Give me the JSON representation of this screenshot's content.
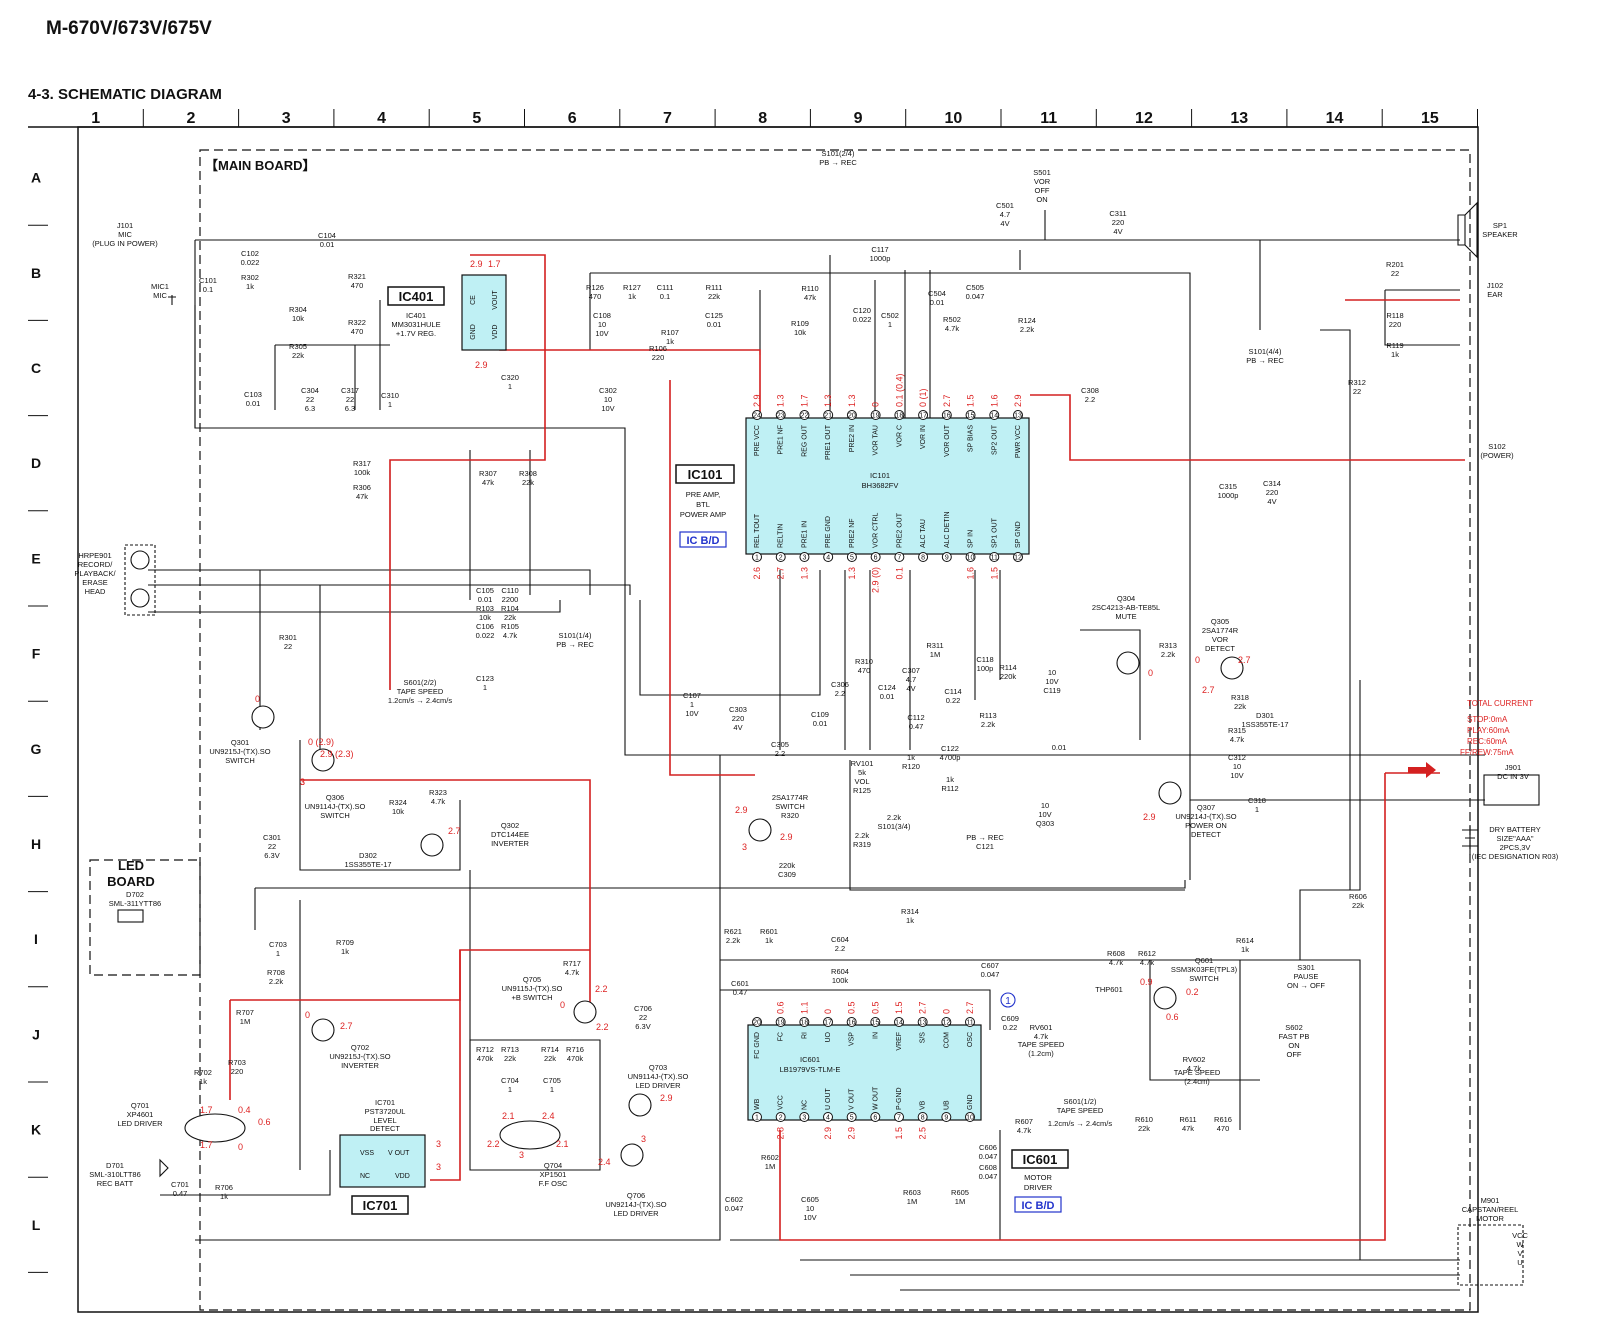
{
  "header": {
    "model": "M-670V/673V/675V",
    "section": "4-3. SCHEMATIC DIAGRAM"
  },
  "grid": {
    "columns": [
      "1",
      "2",
      "3",
      "4",
      "5",
      "6",
      "7",
      "8",
      "9",
      "10",
      "11",
      "12",
      "13",
      "14",
      "15"
    ],
    "rows": [
      "A",
      "B",
      "C",
      "D",
      "E",
      "F",
      "G",
      "H",
      "I",
      "J",
      "K",
      "L"
    ]
  },
  "boards": {
    "main": "【MAIN BOARD】",
    "led_line1": "LED",
    "led_line2": "BOARD"
  },
  "ic_tags": {
    "ic401": "IC401",
    "ic101": "IC101",
    "ic601": "IC601",
    "ic701": "IC701",
    "icbd_1": "IC B/D",
    "icbd_2": "IC B/D"
  },
  "ic101": {
    "name": "IC101",
    "part": "BH3682FV",
    "desc1": "PRE AMP,",
    "desc2": "BTL",
    "desc3": "POWER AMP",
    "top_pins": [
      "PRE VCC",
      "PRE1 NF",
      "REG OUT",
      "PRE1 OUT",
      "PRE2 IN",
      "VOR TAU",
      "VOR C",
      "VOR IN",
      "VOR OUT",
      "SP BIAS",
      "SP2 OUT",
      "PWR VCC"
    ],
    "top_nums": [
      "24",
      "23",
      "22",
      "21",
      "20",
      "19",
      "18",
      "17",
      "16",
      "15",
      "14",
      "13"
    ],
    "bot_pins": [
      "REL TOUT",
      "RELTIN",
      "PRE1 IN",
      "PRE GND",
      "PRE2 NF",
      "VOR CTRL",
      "PRE2 OUT",
      "ALC TAU",
      "ALC DETIN",
      "SP IN",
      "SP1 OUT",
      "SP GND"
    ],
    "bot_nums": [
      "1",
      "2",
      "3",
      "4",
      "5",
      "6",
      "7",
      "8",
      "9",
      "10",
      "11",
      "12"
    ],
    "top_volts": [
      "2.9",
      "1.3",
      "1.7",
      "1.3",
      "1.3",
      "0",
      "0.1 (0.4)",
      "0 (1)",
      "2.7",
      "1.5",
      "1.6",
      "2.9"
    ],
    "bot_volts": [
      "2.6",
      "2.7",
      "1.3",
      "",
      "1.3",
      "2.9 (0)",
      "0.1",
      "",
      "",
      "1.6",
      "1.5",
      ""
    ]
  },
  "ic601": {
    "name": "IC601",
    "part": "LB1979VS-TLM-E",
    "desc1": "MOTOR",
    "desc2": "DRIVER",
    "top_pins": [
      "FC GND",
      "FC",
      "RI",
      "UO",
      "VSP",
      "IN",
      "VREF",
      "S/S",
      "COM",
      "OSC"
    ],
    "top_nums": [
      "20",
      "19",
      "18",
      "17",
      "16",
      "15",
      "14",
      "13",
      "12",
      "11"
    ],
    "bot_pins": [
      "WB",
      "VCC",
      "NC",
      "U OUT",
      "V OUT",
      "W OUT",
      "P-GND",
      "VB",
      "UB",
      "GND"
    ],
    "bot_nums": [
      "1",
      "2",
      "3",
      "4",
      "5",
      "6",
      "7",
      "8",
      "9",
      "10"
    ],
    "top_volts": [
      "",
      "0.6",
      "1.1",
      "0",
      "0.5",
      "0.5",
      "1.5",
      "2.7",
      "0",
      "2.7"
    ],
    "bot_volts": [
      "",
      "2.8",
      "",
      "2.9",
      "2.9",
      "",
      "1.5",
      "2.5",
      "",
      ""
    ]
  },
  "ic401": {
    "name": "IC401",
    "part": "MM3031HULE",
    "desc": "+1.7V REG.",
    "pins": [
      "CE",
      "VOUT",
      "GND",
      "VDD"
    ],
    "nums": [
      "4",
      "5",
      "1",
      "2"
    ],
    "volts": [
      "2.9",
      "1.7",
      "2.9"
    ]
  },
  "ic701": {
    "name": "IC701",
    "part": "PST3720UL",
    "desc1": "LEVEL",
    "desc2": "DETECT",
    "pins": [
      "VSS",
      "V OUT",
      "NC",
      "VDD"
    ],
    "nums": [
      "4",
      "1",
      "3",
      "2"
    ],
    "volts": [
      "3",
      "3"
    ]
  },
  "left_parts": [
    {
      "t": "J101"
    },
    {
      "t": "MIC"
    },
    {
      "t": "(PLUG IN POWER)"
    },
    {
      "t": "MIC1"
    },
    {
      "t": "MIC"
    },
    {
      "t": "C102"
    },
    {
      "t": "0.022"
    },
    {
      "t": "C101"
    },
    {
      "t": "0.1"
    },
    {
      "t": "R302"
    },
    {
      "t": "1k"
    },
    {
      "t": "C104"
    },
    {
      "t": "0.01"
    },
    {
      "t": "R321"
    },
    {
      "t": "470"
    },
    {
      "t": "R304"
    },
    {
      "t": "10k"
    },
    {
      "t": "R305"
    },
    {
      "t": "22k"
    },
    {
      "t": "R322"
    },
    {
      "t": "470"
    },
    {
      "t": "C103"
    },
    {
      "t": "0.01"
    },
    {
      "t": "C304"
    },
    {
      "t": "22"
    },
    {
      "t": "6.3"
    },
    {
      "t": "C317"
    },
    {
      "t": "22"
    },
    {
      "t": "6.3"
    },
    {
      "t": "C310"
    },
    {
      "t": "1"
    },
    {
      "t": "HRPE901"
    },
    {
      "t": "RECORD/"
    },
    {
      "t": "PLAYBACK/"
    },
    {
      "t": "ERASE"
    },
    {
      "t": "HEAD"
    },
    {
      "t": "R301"
    },
    {
      "t": "22"
    },
    {
      "t": "Q301"
    },
    {
      "t": "UN9215J-(TX).SO"
    },
    {
      "t": "SWITCH"
    },
    {
      "t": "Q306"
    },
    {
      "t": "UN9114J-(TX).SO"
    },
    {
      "t": "SWITCH"
    },
    {
      "t": "R324"
    },
    {
      "t": "10k"
    },
    {
      "t": "R323"
    },
    {
      "t": "4.7k"
    },
    {
      "t": "D302"
    },
    {
      "t": "1SS355TE-17"
    },
    {
      "t": "C301"
    },
    {
      "t": "22"
    },
    {
      "t": "6.3V"
    },
    {
      "t": "D702"
    },
    {
      "t": "SML-311YTT86"
    },
    {
      "t": "C703"
    },
    {
      "t": "1"
    },
    {
      "t": "R709"
    },
    {
      "t": "1k"
    },
    {
      "t": "R708"
    },
    {
      "t": "2.2k"
    },
    {
      "t": "R707"
    },
    {
      "t": "1M"
    },
    {
      "t": "R702"
    },
    {
      "t": "1k"
    },
    {
      "t": "R703"
    },
    {
      "t": "220"
    },
    {
      "t": "Q701"
    },
    {
      "t": "XP4601"
    },
    {
      "t": "LED DRIVER"
    },
    {
      "t": "D701"
    },
    {
      "t": "SML-310LTT86"
    },
    {
      "t": "REC BATT"
    },
    {
      "t": "C701"
    },
    {
      "t": "0.47"
    },
    {
      "t": "R706"
    },
    {
      "t": "1k"
    },
    {
      "t": "Q702"
    },
    {
      "t": "UN9215J-(TX).SO"
    },
    {
      "t": "INVERTER"
    }
  ],
  "mid_parts": [
    {
      "t": "C320"
    },
    {
      "t": "1"
    },
    {
      "t": "C302"
    },
    {
      "t": "10"
    },
    {
      "t": "10V"
    },
    {
      "t": "R317"
    },
    {
      "t": "100k"
    },
    {
      "t": "R306"
    },
    {
      "t": "47k"
    },
    {
      "t": "R307"
    },
    {
      "t": "47k"
    },
    {
      "t": "R308"
    },
    {
      "t": "22k"
    },
    {
      "t": "C105"
    },
    {
      "t": "0.01"
    },
    {
      "t": "C110"
    },
    {
      "t": "2200"
    },
    {
      "t": "R103"
    },
    {
      "t": "10k"
    },
    {
      "t": "R104"
    },
    {
      "t": "22k"
    },
    {
      "t": "C106"
    },
    {
      "t": "0.022"
    },
    {
      "t": "R105"
    },
    {
      "t": "4.7k"
    },
    {
      "t": "S101(1/4)"
    },
    {
      "t": "PB → REC"
    },
    {
      "t": "S601(2/2)"
    },
    {
      "t": "TAPE SPEED"
    },
    {
      "t": "1.2cm/s → 2.4cm/s"
    },
    {
      "t": "C123"
    },
    {
      "t": "1"
    },
    {
      "t": "Q302"
    },
    {
      "t": "DTC144EE"
    },
    {
      "t": "INVERTER"
    },
    {
      "t": "C107"
    },
    {
      "t": "1"
    },
    {
      "t": "10V"
    },
    {
      "t": "R126"
    },
    {
      "t": "470"
    },
    {
      "t": "R127"
    },
    {
      "t": "1k"
    },
    {
      "t": "C111"
    },
    {
      "t": "0.1"
    },
    {
      "t": "R111"
    },
    {
      "t": "22k"
    },
    {
      "t": "C108"
    },
    {
      "t": "10"
    },
    {
      "t": "10V"
    },
    {
      "t": "R107"
    },
    {
      "t": "1k"
    },
    {
      "t": "R106"
    },
    {
      "t": "220"
    },
    {
      "t": "C125"
    },
    {
      "t": "0.01"
    },
    {
      "t": "Q705"
    },
    {
      "t": "UN9115J-(TX).SO"
    },
    {
      "t": "+B SWITCH"
    },
    {
      "t": "R717"
    },
    {
      "t": "4.7k"
    },
    {
      "t": "C706"
    },
    {
      "t": "22"
    },
    {
      "t": "6.3V"
    },
    {
      "t": "R712"
    },
    {
      "t": "470k"
    },
    {
      "t": "R713"
    },
    {
      "t": "22k"
    },
    {
      "t": "R714"
    },
    {
      "t": "22k"
    },
    {
      "t": "R716"
    },
    {
      "t": "470k"
    },
    {
      "t": "C704"
    },
    {
      "t": "1"
    },
    {
      "t": "C705"
    },
    {
      "t": "1"
    },
    {
      "t": "Q704"
    },
    {
      "t": "XP1501"
    },
    {
      "t": "F.F OSC"
    },
    {
      "t": "Q703"
    },
    {
      "t": "UN9114J-(TX).SO"
    },
    {
      "t": "LED DRIVER"
    },
    {
      "t": "Q706"
    },
    {
      "t": "UN9214J-(TX).SO"
    },
    {
      "t": "LED DRIVER"
    }
  ],
  "center_parts": [
    {
      "t": "S101(2/4)"
    },
    {
      "t": "PB → REC"
    },
    {
      "t": "C117"
    },
    {
      "t": "1000p"
    },
    {
      "t": "R110"
    },
    {
      "t": "47k"
    },
    {
      "t": "R109"
    },
    {
      "t": "10k"
    },
    {
      "t": "C120"
    },
    {
      "t": "0.022"
    },
    {
      "t": "C502"
    },
    {
      "t": "1"
    },
    {
      "t": "S501"
    },
    {
      "t": "VOR"
    },
    {
      "t": "OFF"
    },
    {
      "t": "ON"
    },
    {
      "t": "C501"
    },
    {
      "t": "4.7"
    },
    {
      "t": "4V"
    },
    {
      "t": "C504"
    },
    {
      "t": "0.01"
    },
    {
      "t": "C505"
    },
    {
      "t": "0.047"
    },
    {
      "t": "R502"
    },
    {
      "t": "4.7k"
    },
    {
      "t": "R124"
    },
    {
      "t": "2.2k"
    },
    {
      "t": "C311"
    },
    {
      "t": "220"
    },
    {
      "t": "4V"
    },
    {
      "t": "C308"
    },
    {
      "t": "2.2"
    },
    {
      "t": "C303"
    },
    {
      "t": "220"
    },
    {
      "t": "4V"
    },
    {
      "t": "C305"
    },
    {
      "t": "2.2"
    },
    {
      "t": "C306"
    },
    {
      "t": "2.2"
    },
    {
      "t": "C109"
    },
    {
      "t": "0.01"
    },
    {
      "t": "R310"
    },
    {
      "t": "470"
    },
    {
      "t": "C124"
    },
    {
      "t": "0.01"
    },
    {
      "t": "C112"
    },
    {
      "t": "0.47"
    },
    {
      "t": "C307"
    },
    {
      "t": "4.7"
    },
    {
      "t": "4V"
    },
    {
      "t": "R311"
    },
    {
      "t": "1M"
    },
    {
      "t": "C118"
    },
    {
      "t": "100p"
    },
    {
      "t": "R114"
    },
    {
      "t": "220k"
    },
    {
      "t": "C114"
    },
    {
      "t": "0.22"
    },
    {
      "t": "R113"
    },
    {
      "t": "2.2k"
    },
    {
      "t": "C122"
    },
    {
      "t": "4700p"
    },
    {
      "t": "RV101"
    },
    {
      "t": "5k"
    },
    {
      "t": "VOL"
    },
    {
      "t": "R125"
    },
    {
      "t": "1k"
    },
    {
      "t": "R120"
    },
    {
      "t": "1k"
    },
    {
      "t": "R112"
    },
    {
      "t": "2.2k"
    },
    {
      "t": "S101(3/4)"
    },
    {
      "t": "PB → REC"
    },
    {
      "t": "C121"
    },
    {
      "t": "10"
    },
    {
      "t": "10V"
    },
    {
      "t": "Q303"
    },
    {
      "t": "2SA1774R"
    },
    {
      "t": "SWITCH"
    },
    {
      "t": "R320"
    },
    {
      "t": "2.2k"
    },
    {
      "t": "R319"
    },
    {
      "t": "220k"
    },
    {
      "t": "C309"
    },
    {
      "t": "10"
    },
    {
      "t": "10V"
    },
    {
      "t": "C119"
    },
    {
      "t": "0.01"
    }
  ],
  "right_parts": [
    {
      "t": "SP1"
    },
    {
      "t": "SPEAKER"
    },
    {
      "t": "R201"
    },
    {
      "t": "22"
    },
    {
      "t": "J102"
    },
    {
      "t": "EAR"
    },
    {
      "t": "R118"
    },
    {
      "t": "220"
    },
    {
      "t": "R119"
    },
    {
      "t": "1k"
    },
    {
      "t": "S101(4/4)"
    },
    {
      "t": "PB → REC"
    },
    {
      "t": "R312"
    },
    {
      "t": "22"
    },
    {
      "t": "S102"
    },
    {
      "t": "(POWER)"
    },
    {
      "t": "C315"
    },
    {
      "t": "1000p"
    },
    {
      "t": "C314"
    },
    {
      "t": "220"
    },
    {
      "t": "4V"
    },
    {
      "t": "Q304"
    },
    {
      "t": "2SC4213-AB-TE85L"
    },
    {
      "t": "MUTE"
    },
    {
      "t": "R313"
    },
    {
      "t": "2.2k"
    },
    {
      "t": "Q305"
    },
    {
      "t": "2SA1774R"
    },
    {
      "t": "VOR"
    },
    {
      "t": "DETECT"
    },
    {
      "t": "R318"
    },
    {
      "t": "22k"
    },
    {
      "t": "D301"
    },
    {
      "t": "1SS355TE-17"
    },
    {
      "t": "R315"
    },
    {
      "t": "4.7k"
    },
    {
      "t": "C312"
    },
    {
      "t": "10"
    },
    {
      "t": "10V"
    },
    {
      "t": "Q307"
    },
    {
      "t": "UN9214J-(TX).SO"
    },
    {
      "t": "POWER ON"
    },
    {
      "t": "DETECT"
    },
    {
      "t": "C318"
    },
    {
      "t": "1"
    },
    {
      "t": "J901"
    },
    {
      "t": "DC IN 3V"
    },
    {
      "t": "DRY BATTERY"
    },
    {
      "t": "SIZE\"AAA\""
    },
    {
      "t": "2PCS,3V"
    },
    {
      "t": "(IEC DESIGNATION R03)"
    },
    {
      "t": "R606"
    },
    {
      "t": "22k"
    },
    {
      "t": "R614"
    },
    {
      "t": "1k"
    },
    {
      "t": "S301"
    },
    {
      "t": "PAUSE"
    },
    {
      "t": "ON → OFF"
    },
    {
      "t": "S602"
    },
    {
      "t": "FAST PB"
    },
    {
      "t": "ON"
    },
    {
      "t": "OFF"
    },
    {
      "t": "M901"
    },
    {
      "t": "CAPSTAN/REEL"
    },
    {
      "t": "MOTOR"
    },
    {
      "t": "VCC"
    },
    {
      "t": "W"
    },
    {
      "t": "V"
    },
    {
      "t": "U"
    }
  ],
  "bottom_parts": [
    {
      "t": "R314"
    },
    {
      "t": "1k"
    },
    {
      "t": "R621"
    },
    {
      "t": "2.2k"
    },
    {
      "t": "R601"
    },
    {
      "t": "1k"
    },
    {
      "t": "C604"
    },
    {
      "t": "2.2"
    },
    {
      "t": "R604"
    },
    {
      "t": "100k"
    },
    {
      "t": "C601"
    },
    {
      "t": "0.47"
    },
    {
      "t": "C607"
    },
    {
      "t": "0.047"
    },
    {
      "t": "C609"
    },
    {
      "t": "0.22"
    },
    {
      "t": "RV601"
    },
    {
      "t": "4.7k"
    },
    {
      "t": "TAPE SPEED"
    },
    {
      "t": "(1.2cm)"
    },
    {
      "t": "S601(1/2)"
    },
    {
      "t": "TAPE SPEED"
    },
    {
      "t": "1.2cm/s → 2.4cm/s"
    },
    {
      "t": "R607"
    },
    {
      "t": "4.7k"
    },
    {
      "t": "R608"
    },
    {
      "t": "4.7k"
    },
    {
      "t": "R612"
    },
    {
      "t": "4.7k"
    },
    {
      "t": "THP601"
    },
    {
      "t": "Q601"
    },
    {
      "t": "SSM3K03FE(TPL3)"
    },
    {
      "t": "SWITCH"
    },
    {
      "t": "RV602"
    },
    {
      "t": "4.7k"
    },
    {
      "t": "TAPE SPEED"
    },
    {
      "t": "(2.4cm)"
    },
    {
      "t": "R610"
    },
    {
      "t": "22k"
    },
    {
      "t": "R611"
    },
    {
      "t": "47k"
    },
    {
      "t": "R616"
    },
    {
      "t": "470"
    },
    {
      "t": "R602"
    },
    {
      "t": "1M"
    },
    {
      "t": "C602"
    },
    {
      "t": "0.047"
    },
    {
      "t": "C605"
    },
    {
      "t": "10"
    },
    {
      "t": "10V"
    },
    {
      "t": "R603"
    },
    {
      "t": "1M"
    },
    {
      "t": "R605"
    },
    {
      "t": "1M"
    },
    {
      "t": "C606"
    },
    {
      "t": "0.047"
    },
    {
      "t": "C608"
    },
    {
      "t": "0.047"
    }
  ],
  "transistor_volts": {
    "q301": [
      "0 (2.9)",
      "2.9 (2.3)",
      "3"
    ],
    "q302": [
      "2.7"
    ],
    "q304": [
      "0"
    ],
    "q305": [
      "0",
      "2.7",
      "2.7"
    ],
    "q307": [
      "2.9"
    ],
    "q303": [
      "2.9",
      "2.9",
      "3"
    ],
    "q305_b": [
      "0"
    ],
    "q705": [
      "0",
      "2.2",
      "2.2"
    ],
    "q702": [
      "0",
      "2.7"
    ],
    "q701": [
      "1.7",
      "0.4",
      "0.6",
      "1.7",
      "0"
    ],
    "q704": [
      "2.1",
      "2.4",
      "2.2",
      "2.1",
      "3"
    ],
    "q703": [
      "2.9"
    ],
    "q706": [
      "2.4",
      "3"
    ],
    "q601": [
      "0.9",
      "0.2",
      "0.6"
    ],
    "q306": [
      "3"
    ]
  },
  "total_current": {
    "title": "TOTAL CURRENT",
    "lines": [
      "STOP:0mA",
      "PLAY:60mA",
      "REC:60mA",
      "FF/REW:75mA"
    ]
  },
  "marker": "1",
  "colors": {
    "signal_red": "#d42020",
    "ic_fill": "#bff0f4",
    "ink": "#111111",
    "blue_tag": "#2233cc"
  }
}
